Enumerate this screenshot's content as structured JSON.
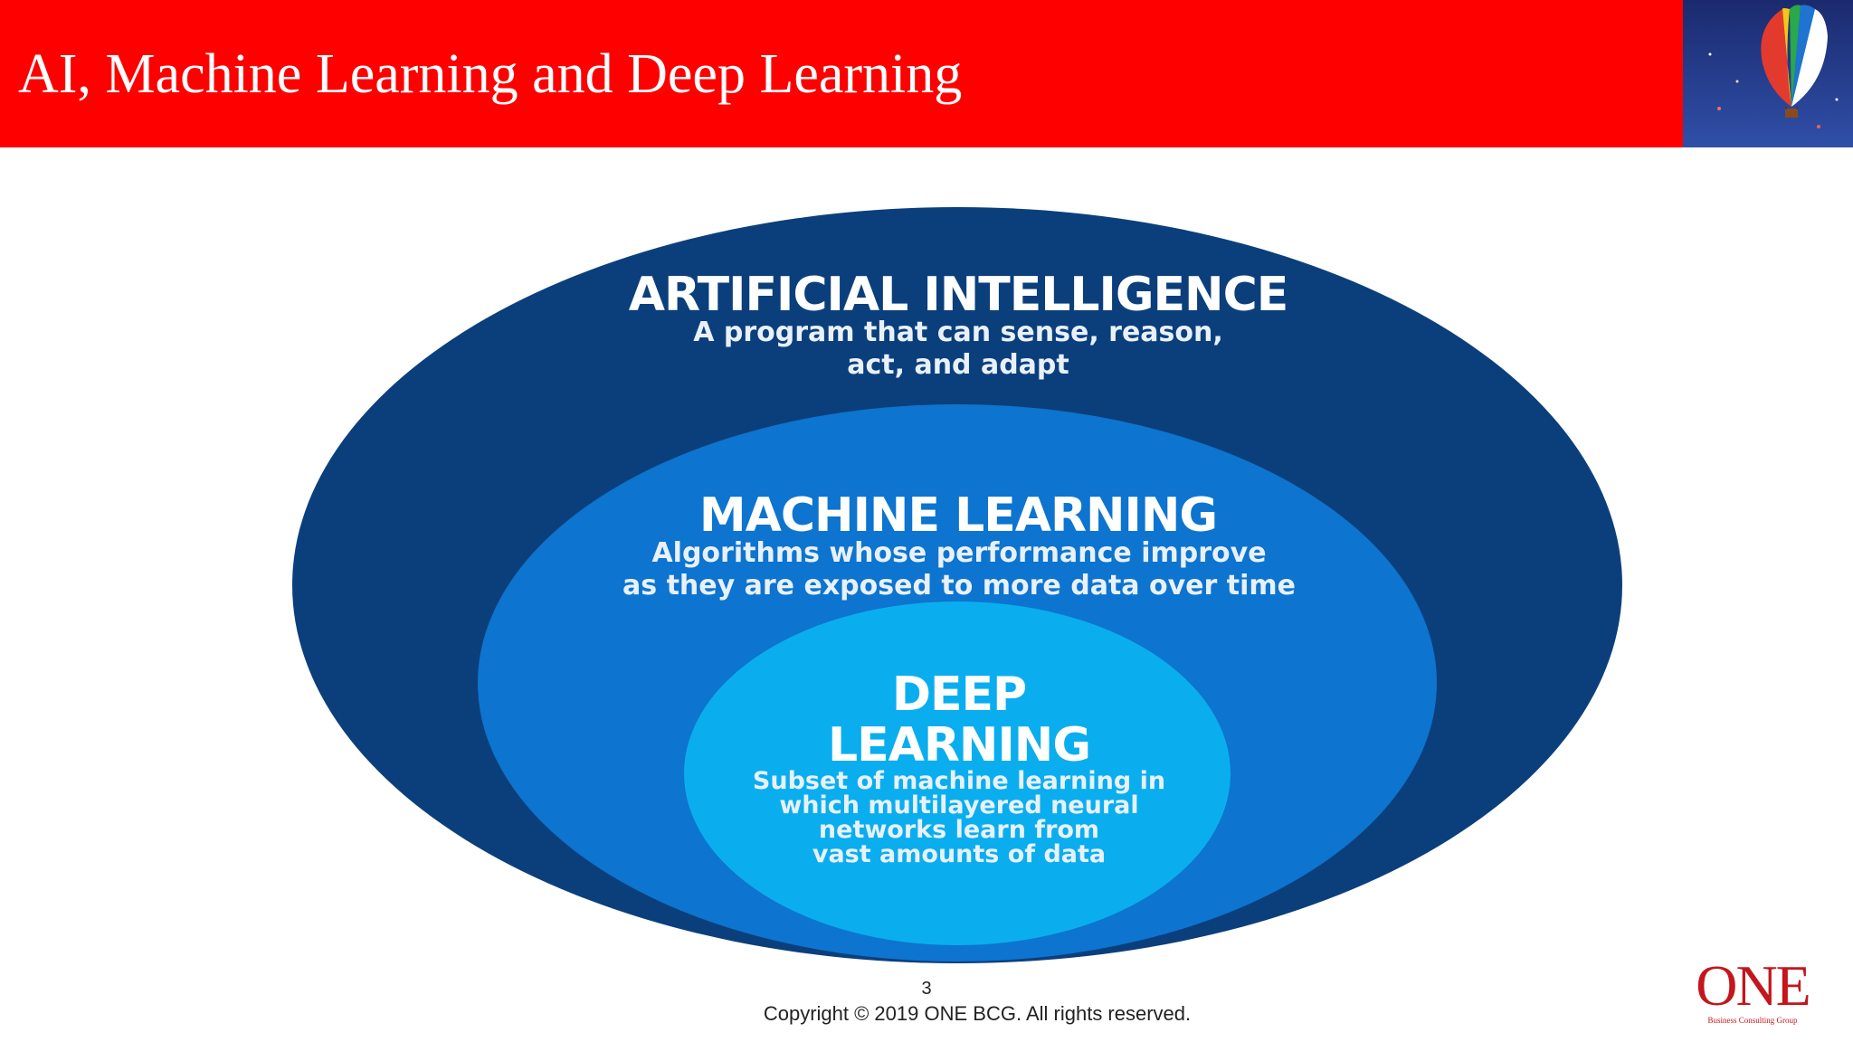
{
  "slide": {
    "title": "AI, Machine Learning and Deep Learning",
    "page_number": "3",
    "copyright": "Copyright © 2019 ONE BCG. All rights reserved."
  },
  "brand": {
    "name": "ONE",
    "tagline": "Business Consulting Group",
    "color": "#c4161c"
  },
  "colors": {
    "header": "#ff0000",
    "outer_ellipse": "#0b3f7c",
    "middle_ellipse": "#0d74cf",
    "inner_ellipse": "#0aaeee"
  },
  "diagram": {
    "ai": {
      "heading": "ARTIFICIAL INTELLIGENCE",
      "desc_lines": [
        "A program that can sense, reason,",
        "act, and adapt"
      ]
    },
    "ml": {
      "heading": "MACHINE LEARNING",
      "desc_lines": [
        "Algorithms whose performance improve",
        "as they are exposed to more data over time"
      ]
    },
    "dl": {
      "heading_lines": [
        "DEEP",
        "LEARNING"
      ],
      "desc_lines": [
        "Subset of machine learning in",
        "which multilayered neural",
        "networks learn from",
        "vast amounts of data"
      ]
    }
  }
}
